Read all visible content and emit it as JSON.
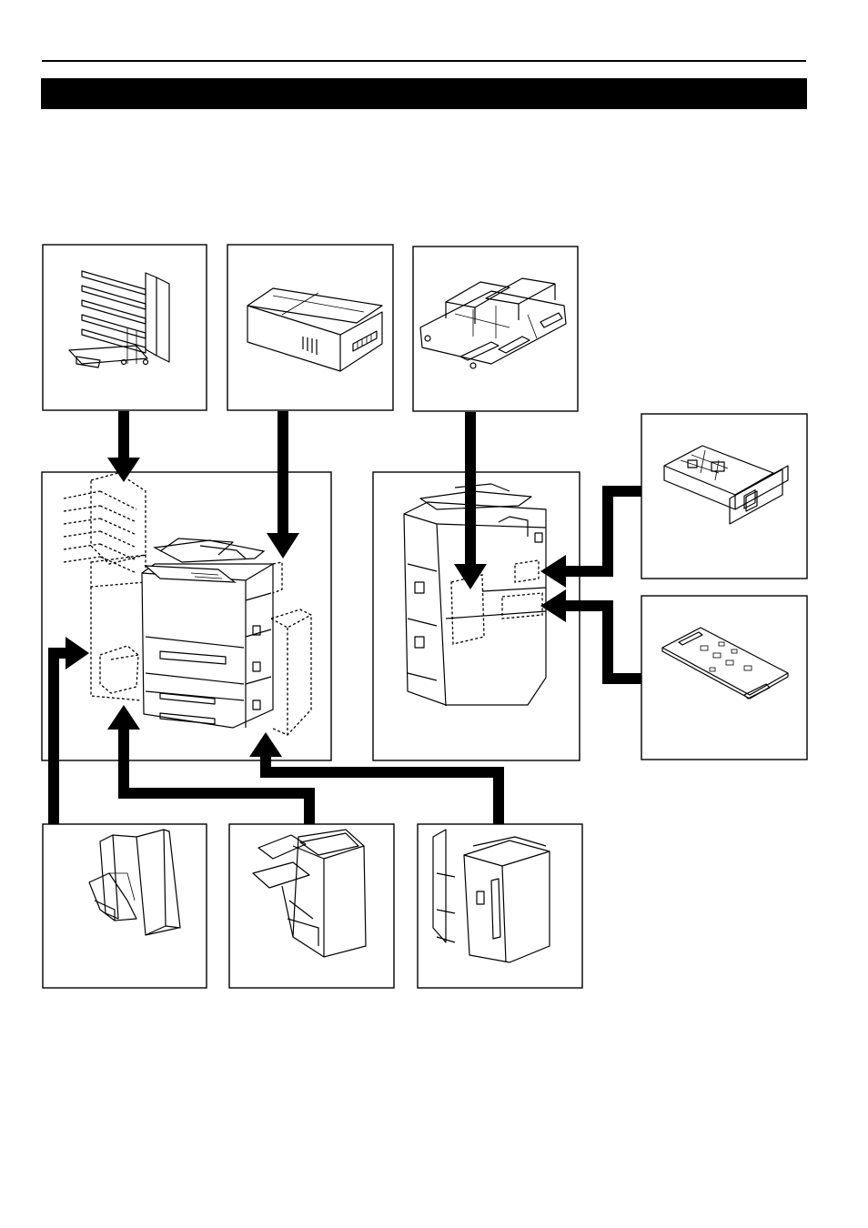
{
  "page": {
    "header_rule": "horizontal-rule",
    "title_bar": "black-title-band"
  },
  "diagram": {
    "options": [
      {
        "id": "sorter",
        "icon": "multi-bin-sorter-icon"
      },
      {
        "id": "hard-disk",
        "icon": "hard-disk-unit-icon"
      },
      {
        "id": "printer-board",
        "icon": "printer-board-icon"
      },
      {
        "id": "network-card",
        "icon": "network-interface-card-icon"
      },
      {
        "id": "fax-board",
        "icon": "fax-board-icon"
      },
      {
        "id": "document-finisher",
        "icon": "document-finisher-icon"
      },
      {
        "id": "booklet-finisher",
        "icon": "booklet-finisher-icon"
      },
      {
        "id": "side-feeder",
        "icon": "large-capacity-side-feeder-icon"
      }
    ],
    "main_units": [
      "copier-front-view",
      "copier-rear-view"
    ],
    "colors": {
      "line": "#000000",
      "background": "#ffffff"
    }
  }
}
